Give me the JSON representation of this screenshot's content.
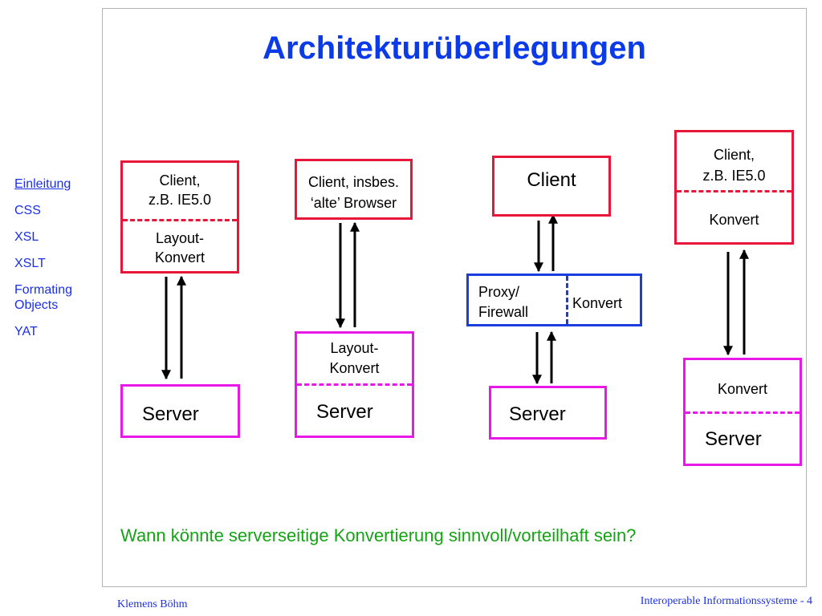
{
  "title": "Architekturüberlegungen",
  "nav": {
    "items": [
      {
        "label": "Einleitung",
        "current": true
      },
      {
        "label": "CSS"
      },
      {
        "label": "XSL"
      },
      {
        "label": "XSLT"
      },
      {
        "label": "Formating Objects"
      },
      {
        "label": "YAT"
      }
    ]
  },
  "diagram": {
    "col1": {
      "client_line1": "Client,",
      "client_line2": "z.B. IE5.0",
      "konv_line1": "Layout-",
      "konv_line2": "Konvert",
      "server": "Server"
    },
    "col2": {
      "client_line1": "Client, insbes.",
      "client_line2": "‘alte’ Browser",
      "konv_line1": "Layout-",
      "konv_line2": "Konvert",
      "server": "Server"
    },
    "col3": {
      "client": "Client",
      "proxy_line1": "Proxy/",
      "proxy_line2": "Firewall",
      "konv": "Konvert",
      "server": "Server"
    },
    "col4": {
      "client_line1": "Client,",
      "client_line2": "z.B. IE5.0",
      "konv_top": "Konvert",
      "konv_bottom": "Konvert",
      "server": "Server"
    }
  },
  "question": "Wann könnte serverseitige Konvertierung sinnvoll/vorteilhaft sein?",
  "footer": {
    "author": "Klemens Böhm",
    "course": "Interoperable Informationssysteme - 4"
  }
}
